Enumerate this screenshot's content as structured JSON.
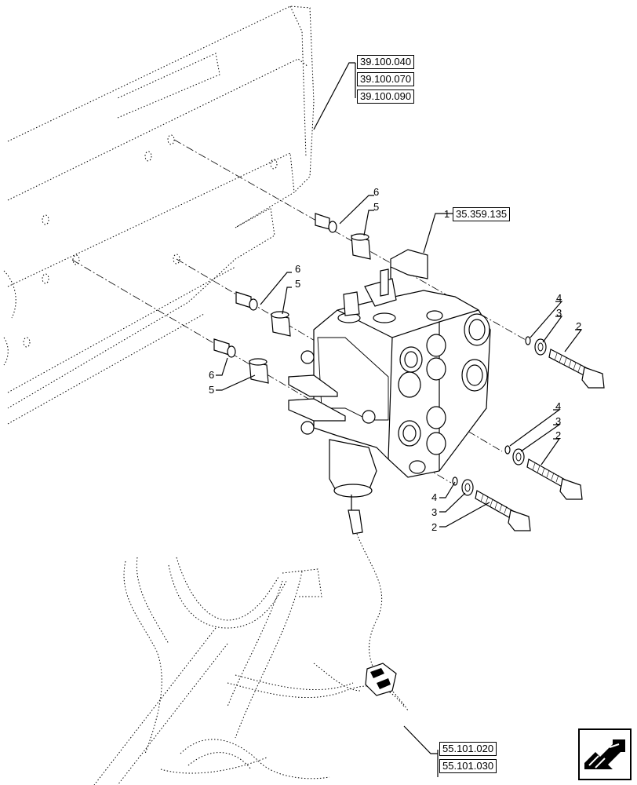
{
  "references": {
    "frame_refs": [
      "39.100.040",
      "39.100.070",
      "39.100.090"
    ],
    "valve_ref": "35.359.135",
    "harness_refs": [
      "55.101.020",
      "55.101.030"
    ]
  },
  "callouts": {
    "valve_item": "1",
    "bolt": "2",
    "washer": "3",
    "o_ring": "4",
    "spacer": "5",
    "sleeve": "6"
  },
  "nav": {
    "icon": "next-page-arrow-icon"
  },
  "colors": {
    "line": "#000000",
    "background": "#ffffff"
  }
}
